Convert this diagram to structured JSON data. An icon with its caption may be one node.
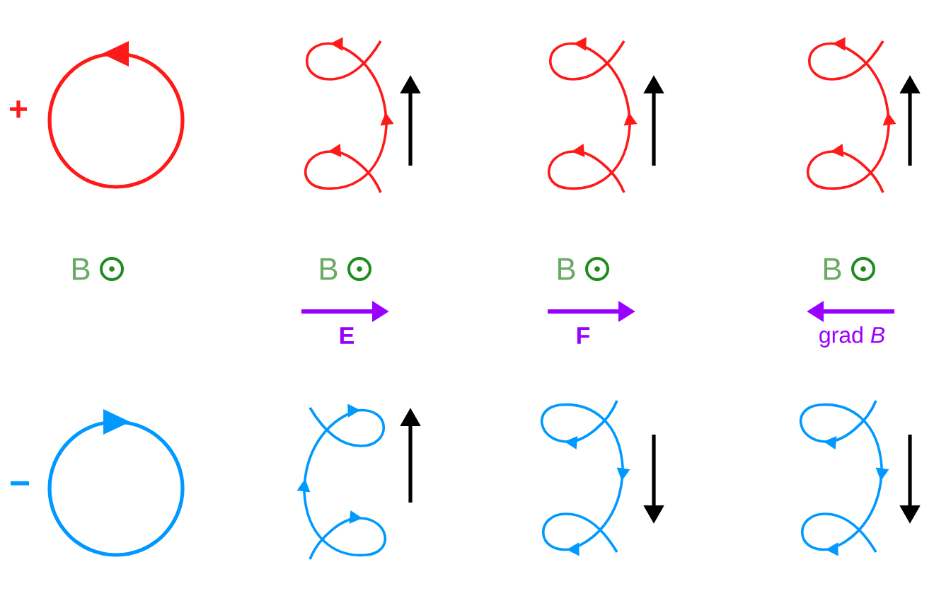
{
  "diagram": {
    "labels": [
      "+",
      "B",
      "B",
      "B",
      "B",
      "E",
      "F",
      "grad *B*",
      "−"
    ]
  }
}
